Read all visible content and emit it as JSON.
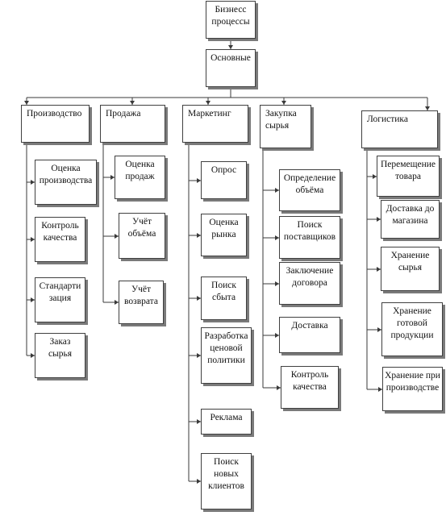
{
  "root": "Бизнесс\nпроцессы",
  "main": "Основные",
  "categories": [
    {
      "title": "Производство",
      "items": [
        "Оценка\nпроизводства",
        "Контроль\nкачества",
        "Стандарти\nзация",
        "Заказ\nсырья"
      ]
    },
    {
      "title": "Продажа",
      "items": [
        "Оценка\nпродаж",
        "Учёт\nобъёма",
        "Учёт\nвозврата"
      ]
    },
    {
      "title": "Маркетинг",
      "items": [
        "Опрос",
        "Оценка\nрынка",
        "Поиск\nсбыта",
        "Разработка\nценовой\nполитики",
        "Реклама",
        "Поиск\nновых\nклиентов"
      ]
    },
    {
      "title": "Закупка\nсырья",
      "items": [
        "Определение\nобъёма",
        "Поиск\nпоставщиков",
        "Заключение\nдоговора",
        "Доставка",
        "Контроль\nкачества"
      ]
    },
    {
      "title": "Логистика",
      "items": [
        "Перемещение\nтовара",
        "Доставка до\nмагазина",
        "Хранение\nсырья",
        "Хранение\nготовой\nпродукции",
        "Хранение при\nпроизводстве"
      ]
    }
  ]
}
